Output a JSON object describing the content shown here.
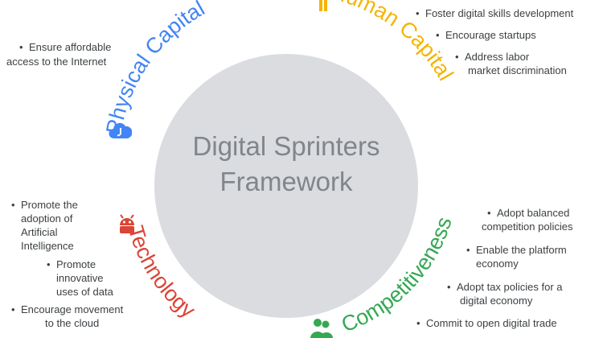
{
  "center": {
    "line1": "Digital Sprinters",
    "line2": "Framework"
  },
  "colors": {
    "physical": "#4285f4",
    "human": "#f4b400",
    "technology": "#db4437",
    "competitiveness": "#34a853",
    "circle": "#dadce0",
    "center_text": "#80868b",
    "body_text": "#3c4043"
  },
  "pillars": {
    "physical": {
      "label": "Physical Capital",
      "icon": "cloud-icon"
    },
    "human": {
      "label": "Human Capital",
      "icon": "person-icon"
    },
    "technology": {
      "label": "Technology",
      "icon": "android-icon"
    },
    "competitiveness": {
      "label": "Competitiveness",
      "icon": "people-icon"
    }
  },
  "physical_items": [
    {
      "line1": "Ensure affordable",
      "line2": "access to the Internet"
    }
  ],
  "human_items": [
    {
      "line1": "Foster digital skills development"
    },
    {
      "line1": "Encourage startups"
    },
    {
      "line1": "Address labor",
      "line2": "market discrimination"
    }
  ],
  "technology_items": [
    {
      "line1": "Promote the",
      "line2": "adoption of",
      "line3": "Artificial",
      "line4": "Intelligence"
    },
    {
      "line1": "Promote",
      "line2": "innovative",
      "line3": "uses of data"
    },
    {
      "line1": "Encourage movement",
      "line2": "to the cloud"
    }
  ],
  "competitiveness_items": [
    {
      "line1": "Adopt balanced",
      "line2": "competition policies"
    },
    {
      "line1": "Enable the platform",
      "line2": "economy"
    },
    {
      "line1": "Adopt tax policies for a",
      "line2": "digital economy"
    },
    {
      "line1": "Commit to open digital trade"
    }
  ]
}
